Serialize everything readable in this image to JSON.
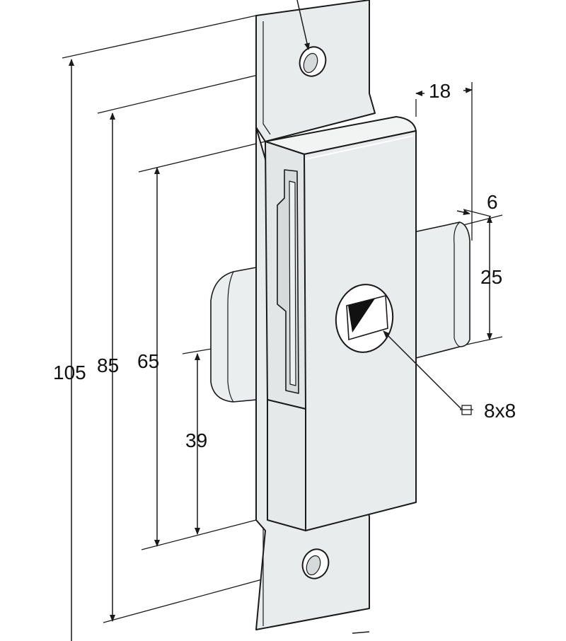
{
  "dimensions": {
    "total_height": "105",
    "screw_spacing": "85",
    "housing_height": "65",
    "follower_offset": "39",
    "depth": "18",
    "bolt_thickness": "6",
    "bolt_height": "25",
    "square_spindle": "8x8"
  },
  "icons": {
    "square_symbol": "square-symbol-icon"
  },
  "colors": {
    "line": "#1a1a1a",
    "metal_fill": "#e9ecec",
    "metal_shade": "#d6dada",
    "background": "#ffffff"
  }
}
